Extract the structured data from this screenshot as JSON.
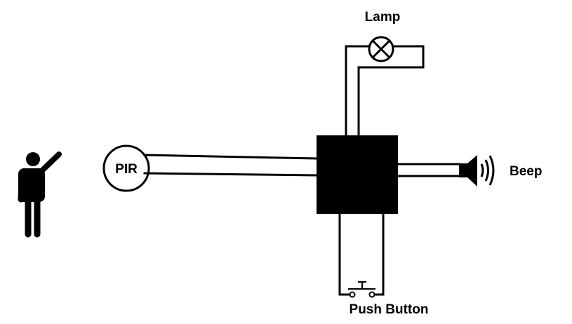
{
  "labels": {
    "lamp": "Lamp",
    "pir": "PIR",
    "beep": "Beep",
    "push_button": "Push Button"
  },
  "icons": {
    "person": "person-waving-icon",
    "lamp": "lamp-icon",
    "speaker": "speaker-icon",
    "push_button": "push-button-switch-icon",
    "controller": "controller-box"
  },
  "colors": {
    "ink": "#000000",
    "background": "#ffffff"
  }
}
